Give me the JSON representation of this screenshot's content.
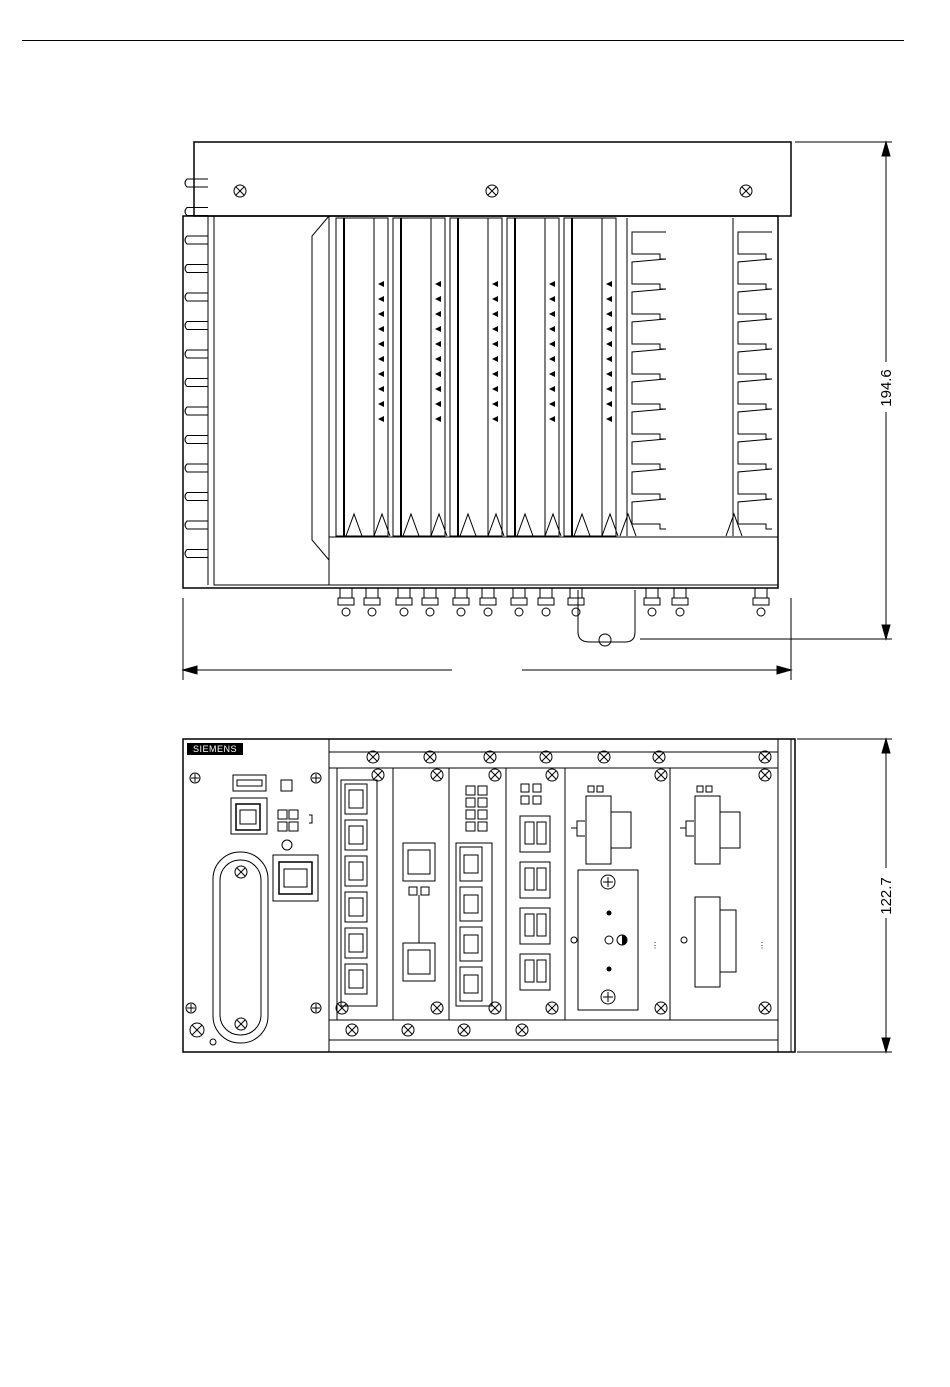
{
  "dimensions": {
    "height_side_view": "194.6",
    "height_front_view": "122.7"
  },
  "brand": {
    "logo_text": "SIEMENS"
  },
  "colors": {
    "line": "#000000",
    "fill": "#ffffff",
    "logo_bg": "#000000"
  }
}
